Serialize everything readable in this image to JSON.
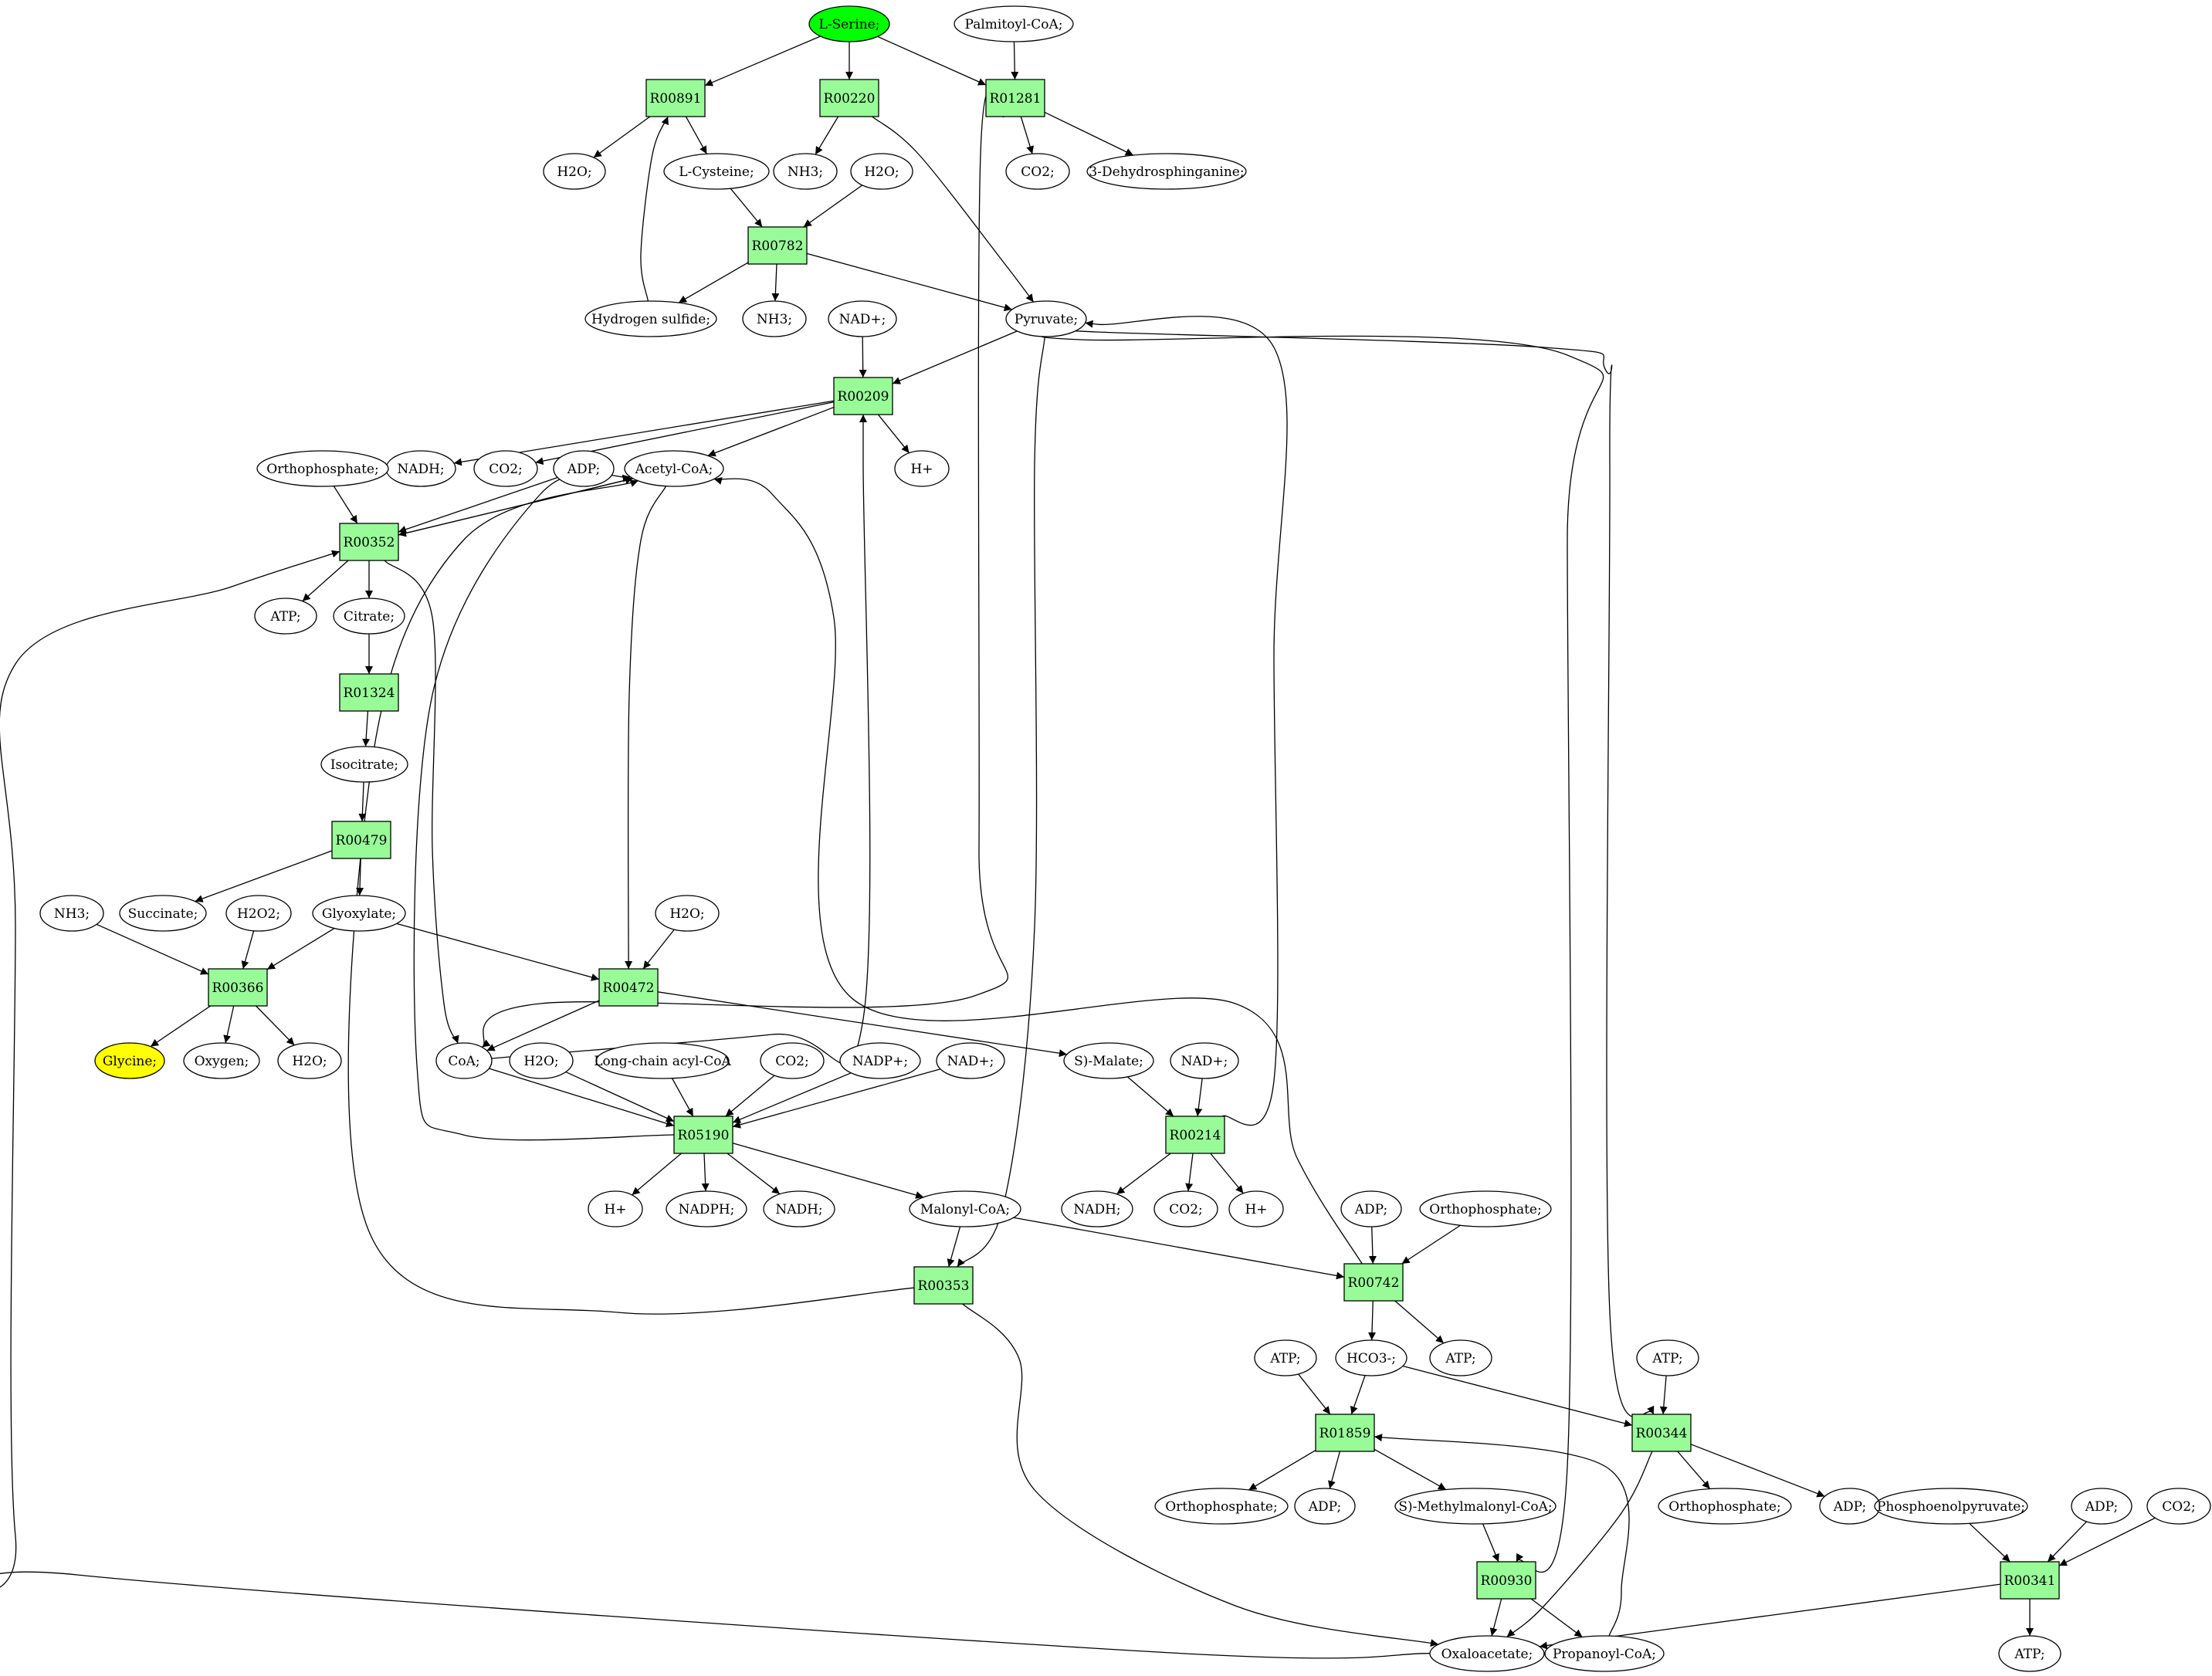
{
  "colors": {
    "reaction_fill": "#98FB98",
    "compound_fill": "#FFFFFF",
    "start_fill": "#00FF00",
    "target_fill": "#FFFF00",
    "edge": "#000000"
  },
  "reactions": {
    "R00891": "R00891",
    "R00220": "R00220",
    "R01281": "R01281",
    "R00782": "R00782",
    "R00209": "R00209",
    "R00352": "R00352",
    "R01324": "R01324",
    "R00479": "R00479",
    "R00366": "R00366",
    "R00472": "R00472",
    "R05190": "R05190",
    "R00214": "R00214",
    "R00353": "R00353",
    "R00742": "R00742",
    "R01859": "R01859",
    "R00344": "R00344",
    "R00930": "R00930",
    "R00341": "R00341"
  },
  "compounds": {
    "lserine": "L-Serine;",
    "palmitoylcoa": "Palmitoyl-CoA;",
    "h2o_a": "H2O;",
    "lcysteine": "L-Cysteine;",
    "nh3_a": "NH3;",
    "h2o_b": "H2O;",
    "co2_a": "CO2;",
    "dehydro": "3-Dehydrosphinganine;",
    "h2s": "Hydrogen sulfide;",
    "nh3_b": "NH3;",
    "nad_a": "NAD+;",
    "pyruvate": "Pyruvate;",
    "nadh_a": "NADH;",
    "co2_b": "CO2;",
    "adp_a": "ADP;",
    "acetylcoa": "Acetyl-CoA;",
    "hplus_a": "H+",
    "ortho_a": "Orthophosphate;",
    "atp_a": "ATP;",
    "citrate": "Citrate;",
    "isocitrate": "Isocitrate;",
    "nh3_c": "NH3;",
    "succinate": "Succinate;",
    "h2o2": "H2O2;",
    "glyoxylate": "Glyoxylate;",
    "h2o_c": "H2O;",
    "glycine": "Glycine;",
    "oxygen": "Oxygen;",
    "h2o_d": "H2O;",
    "coa": "CoA;",
    "h2o_e": "H2O;",
    "lcacyl": "Long-chain acyl-CoA",
    "co2_c": "CO2;",
    "nadp": "NADP+;",
    "nad_b": "NAD+;",
    "smalate": "S)-Malate;",
    "nad_c": "NAD+;",
    "hplus_b": "H+",
    "nadph": "NADPH;",
    "nadh_b": "NADH;",
    "malonylcoa": "Malonyl-CoA;",
    "nadh_c": "NADH;",
    "co2_d": "CO2;",
    "hplus_c": "H+",
    "adp_b": "ADP;",
    "ortho_b": "Orthophosphate;",
    "atp_b": "ATP;",
    "hco3": "HCO3-;",
    "atp_c": "ATP;",
    "atp_d": "ATP;",
    "ortho_c": "Orthophosphate;",
    "adp_c": "ADP;",
    "smethyl": "S)-Methylmalonyl-CoA;",
    "ortho_d": "Orthophosphate;",
    "adp_d": "ADP;",
    "pep": "Phosphoenolpyruvate;",
    "adp_e": "ADP;",
    "co2_e": "CO2;",
    "oxaloacetate": "Oxaloacetate;",
    "propanoylcoa": "Propanoyl-CoA;",
    "atp_e": "ATP;"
  }
}
